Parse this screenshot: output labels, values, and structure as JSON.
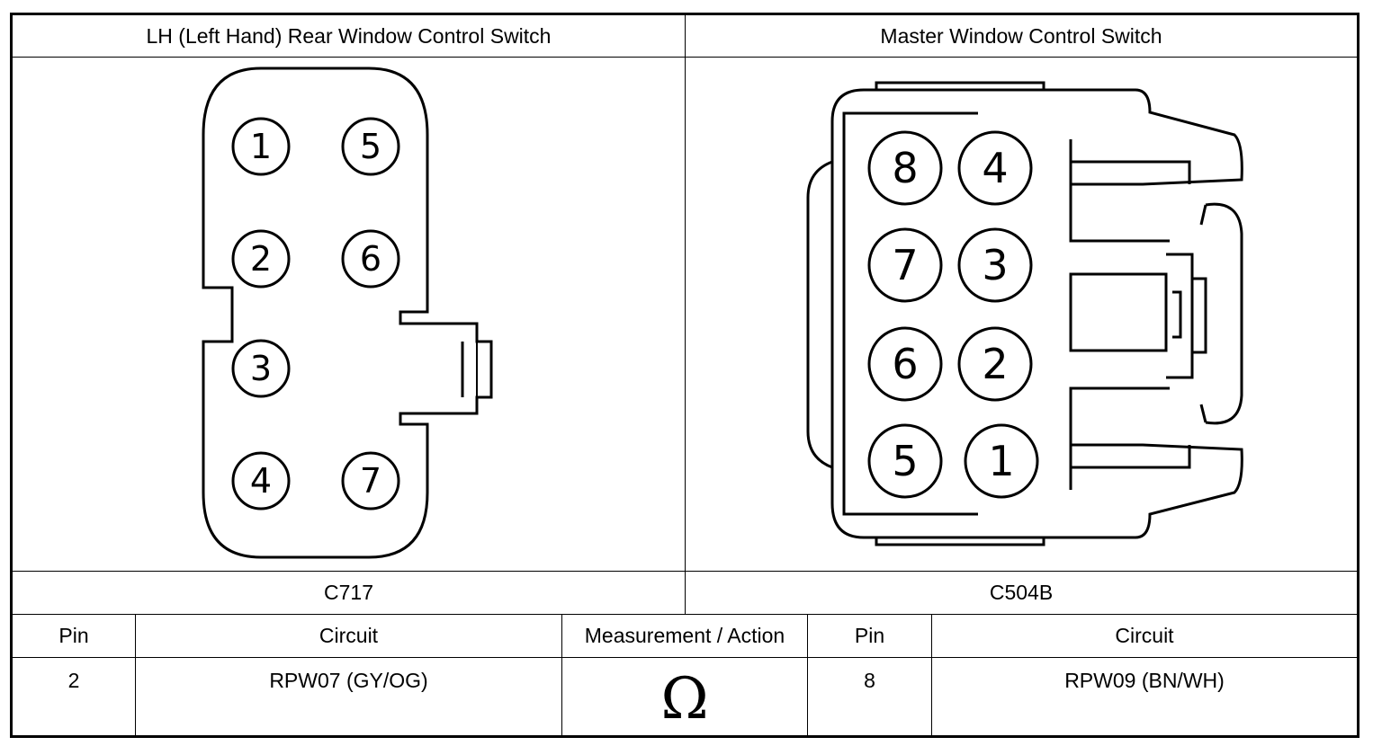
{
  "left_panel": {
    "title": "LH (Left Hand) Rear Window Control Switch",
    "connector_id": "C717",
    "pins": [
      "1",
      "2",
      "3",
      "4",
      "5",
      "6",
      "7"
    ]
  },
  "right_panel": {
    "title": "Master Window Control Switch",
    "connector_id": "C504B",
    "pins": [
      "1",
      "2",
      "3",
      "4",
      "5",
      "6",
      "7",
      "8"
    ]
  },
  "table": {
    "headers": {
      "pin_left": "Pin",
      "circuit_left": "Circuit",
      "measurement": "Measurement / Action",
      "pin_right": "Pin",
      "circuit_right": "Circuit"
    },
    "row": {
      "pin_left": "2",
      "circuit_left": "RPW07 (GY/OG)",
      "measurement_symbol": "Ω",
      "pin_right": "8",
      "circuit_right": "RPW09 (BN/WH)"
    }
  }
}
